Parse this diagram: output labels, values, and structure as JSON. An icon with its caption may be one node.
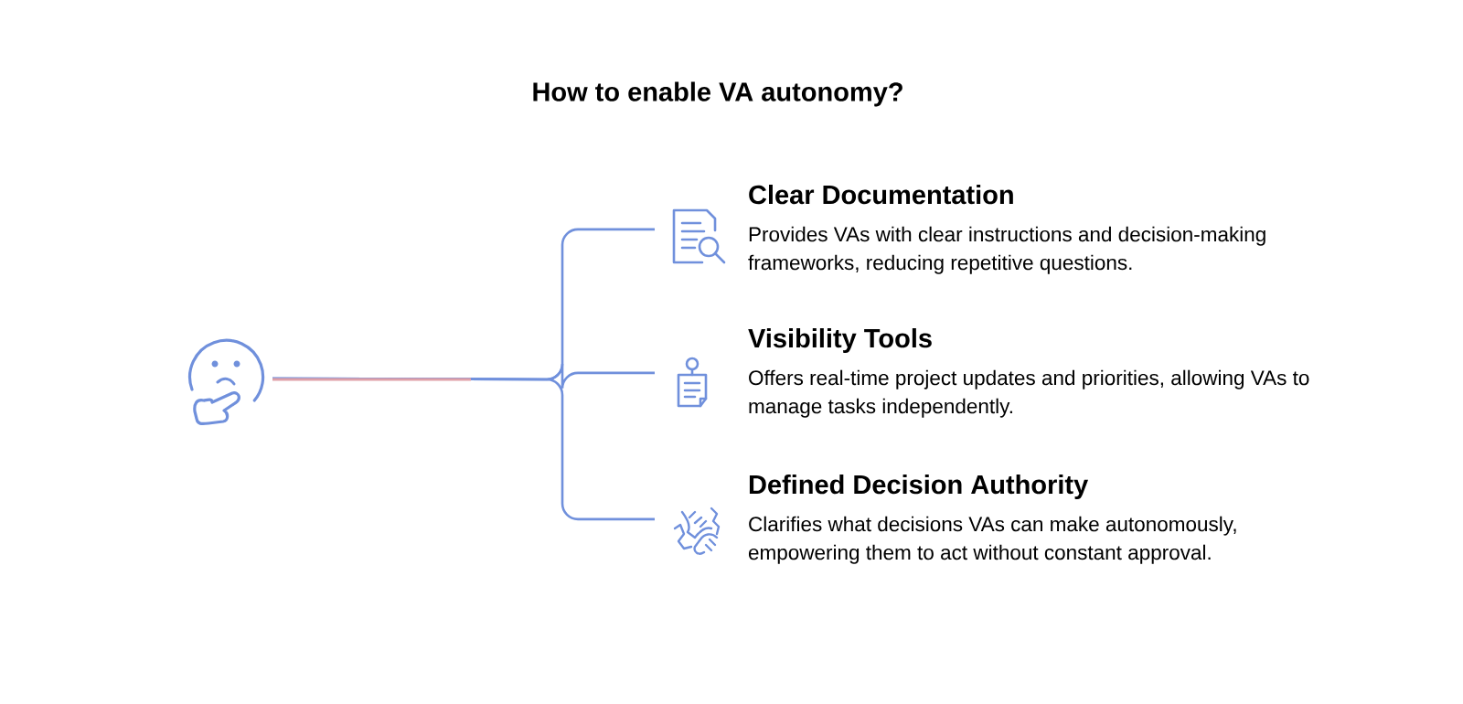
{
  "diagram": {
    "title": "How to enable VA autonomy?",
    "nodes": [
      {
        "text": [],
        "shape": "picture"
      },
      {
        "text": [
          "Clear Documentation",
          "Provides VAs with clear instructions and decision-making frameworks, reducing repetitive questions."
        ]
      },
      {
        "text": [
          "Visibility Tools",
          "Offers real-time project updates and priorities, allowing VAs to manage tasks independently."
        ]
      },
      {
        "text": [
          "Defined Decision Authority",
          "Clarifies what decisions VAs can make autonomously, empowering them to act without constant approval."
        ]
      }
    ],
    "edges": [
      {
        "from": 0,
        "to": 1,
        "arrow": "none"
      },
      {
        "from": 0,
        "to": 2,
        "arrow": "none"
      },
      {
        "from": 0,
        "to": 3,
        "arrow": "none"
      }
    ]
  }
}
